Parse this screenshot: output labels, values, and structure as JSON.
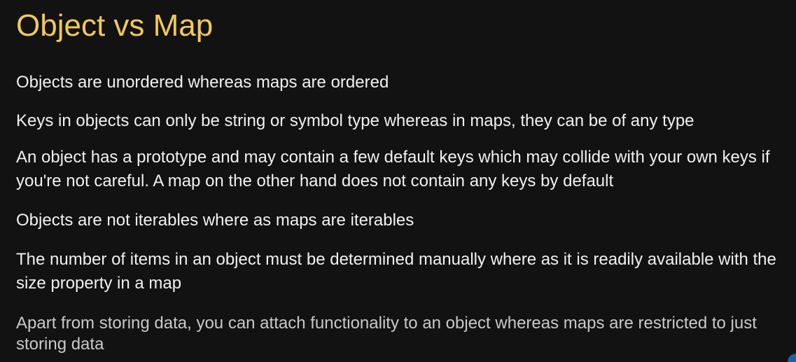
{
  "slide": {
    "title": "Object vs Map",
    "points": [
      "Objects are unordered whereas maps are ordered",
      "Keys in objects can only be string or symbol type whereas in maps, they can be of any type",
      "An object has a prototype and may contain a few default keys which may collide with your own keys if you're not careful. A map on the other hand does not contain any keys by default",
      "Objects are not iterables where as maps are iterables",
      "The number of items in an object must be determined manually where as it is readily available with the size property in a map",
      "Apart from storing data, you can attach functionality to an object whereas maps are restricted to just storing data"
    ]
  },
  "colors": {
    "background": "#121212",
    "title": "#f2c85b",
    "text": "#f1f1f1",
    "faded_text": "#c9c9c9"
  }
}
